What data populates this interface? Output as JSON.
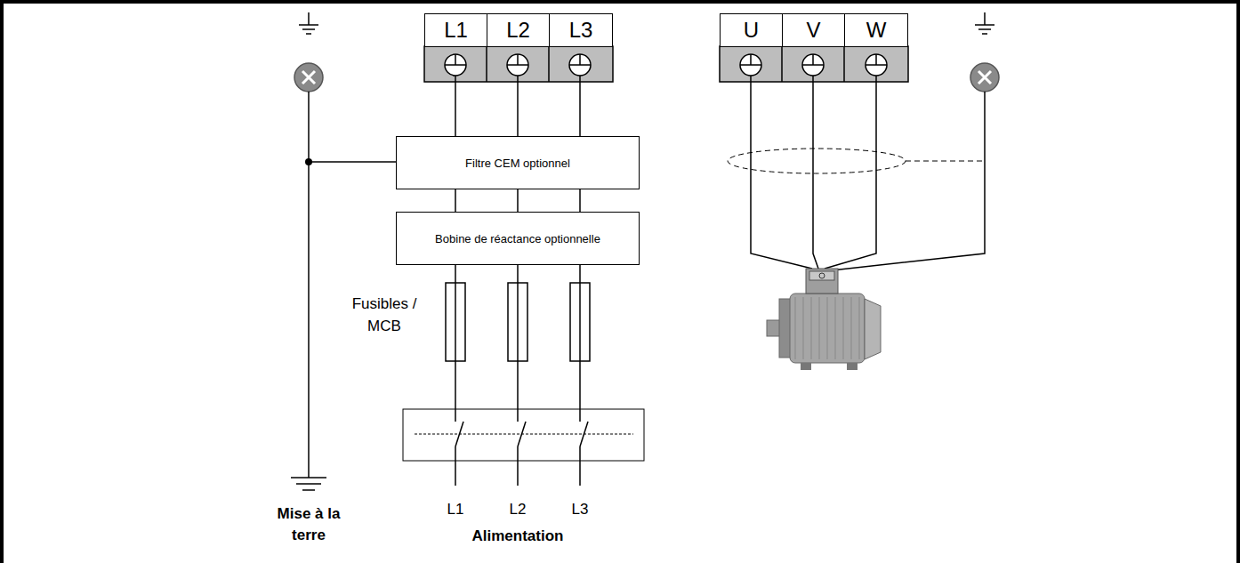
{
  "diagram": {
    "nodes": [
      {
        "text": [
          "L1"
        ]
      },
      {
        "text": [
          "L2"
        ]
      },
      {
        "text": [
          "L3"
        ]
      },
      {
        "text": [
          "U"
        ]
      },
      {
        "text": [
          "V"
        ]
      },
      {
        "text": [
          "W"
        ]
      },
      {
        "text": [
          "Filtre CEM optionnel"
        ]
      },
      {
        "text": [
          "Bobine de réactance optionnelle"
        ]
      }
    ],
    "edges": [
      {
        "from": 0,
        "to": 6,
        "arrow": "none"
      },
      {
        "from": 1,
        "to": 6,
        "arrow": "none"
      },
      {
        "from": 2,
        "to": 6,
        "arrow": "none"
      },
      {
        "from": 6,
        "to": 7,
        "arrow": "none"
      },
      {
        "from": 6,
        "to": 7,
        "arrow": "none"
      },
      {
        "from": 6,
        "to": 7,
        "arrow": "none"
      }
    ],
    "labels": [
      "Fusibles / MCB",
      "L1",
      "L2",
      "L3",
      "Mise à la terre",
      "Alimentation"
    ]
  }
}
